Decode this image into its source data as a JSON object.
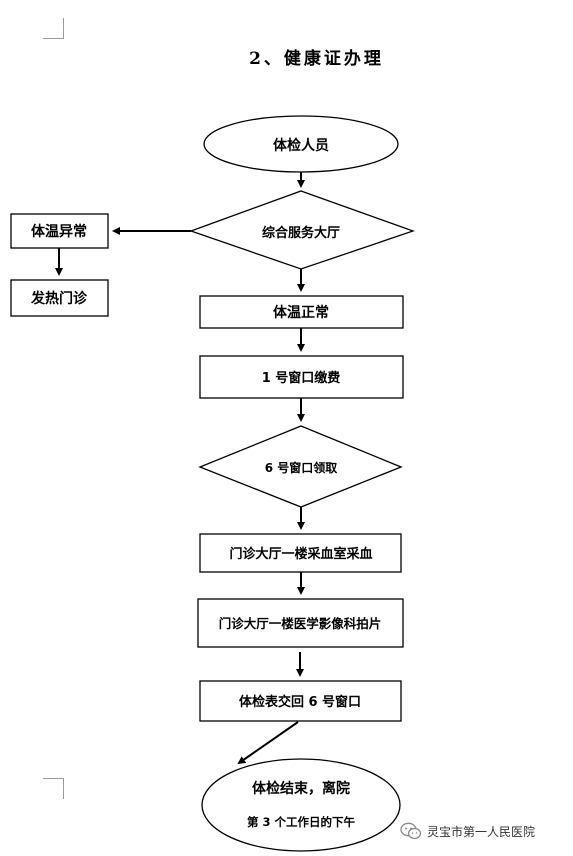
{
  "title": "2、健康证办理",
  "nodes": {
    "start": "体检人员",
    "service_hall": "综合服务大厅",
    "temp_abnormal": "体温异常",
    "fever_clinic": "发热门诊",
    "temp_normal": "体温正常",
    "window1": "1 号窗口缴费",
    "window6": "6 号窗口领取",
    "blood": "门诊大厅一楼采血室采血",
    "imaging": "门诊大厅一楼医学影像科拍片",
    "return_form": "体检表交回 6 号窗口",
    "end_line1": "体检结束，离院",
    "end_line2": "第 3 个工作日的下午"
  },
  "watermark": {
    "icon": "wechat-icon",
    "text": "灵宝市第一人民医院"
  }
}
